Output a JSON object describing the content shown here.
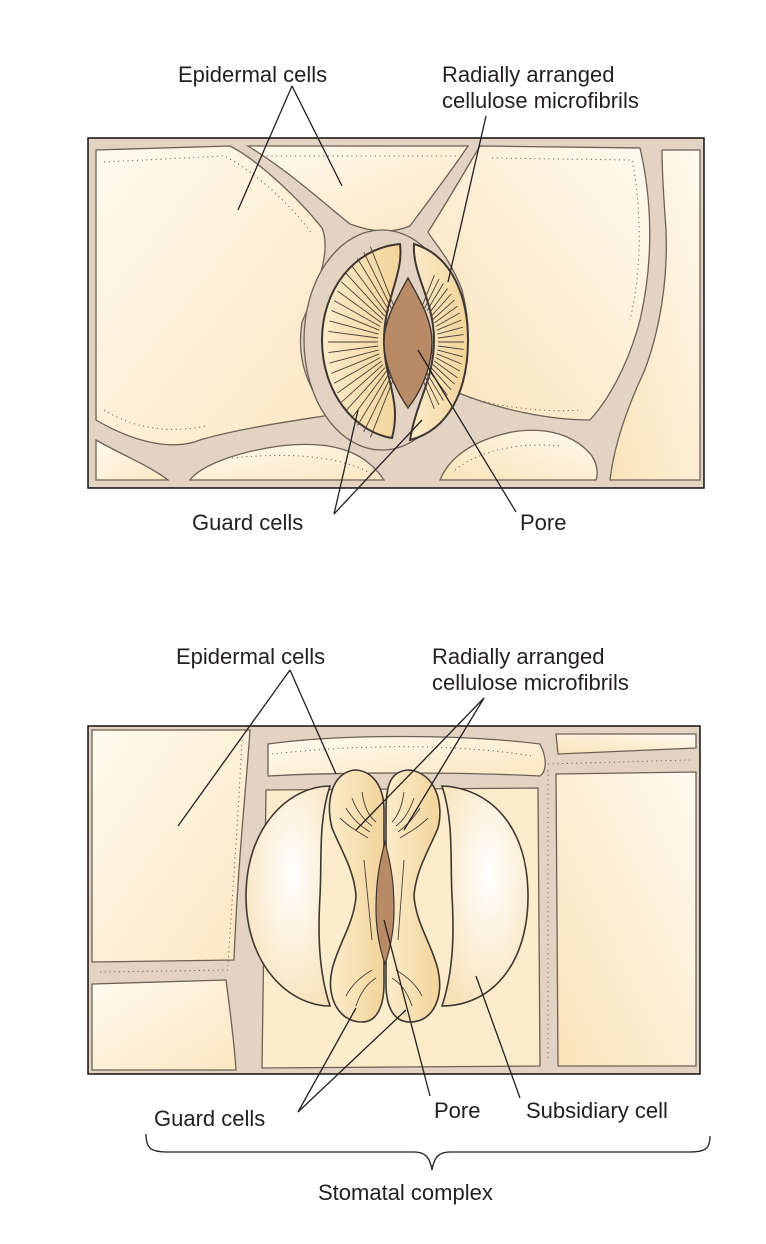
{
  "colors": {
    "cell_wall": "#e3d3c2",
    "cell_light": "#fffaf0",
    "cell_warm": "#fbe9c7",
    "guard_cell": "#f6dca4",
    "pore": "#b98a66",
    "outline": "#6d6155",
    "text": "#231f20"
  },
  "top_diagram": {
    "labels": {
      "epidermal": "Epidermal cells",
      "microfibrils_line1": "Radially arranged",
      "microfibrils_line2": "cellulose microfibrils",
      "guard": "Guard cells",
      "pore": "Pore"
    }
  },
  "bottom_diagram": {
    "labels": {
      "epidermal": "Epidermal cells",
      "microfibrils_line1": "Radially arranged",
      "microfibrils_line2": "cellulose microfibrils",
      "guard": "Guard cells",
      "pore": "Pore",
      "subsidiary": "Subsidiary cell",
      "complex": "Stomatal complex"
    }
  }
}
